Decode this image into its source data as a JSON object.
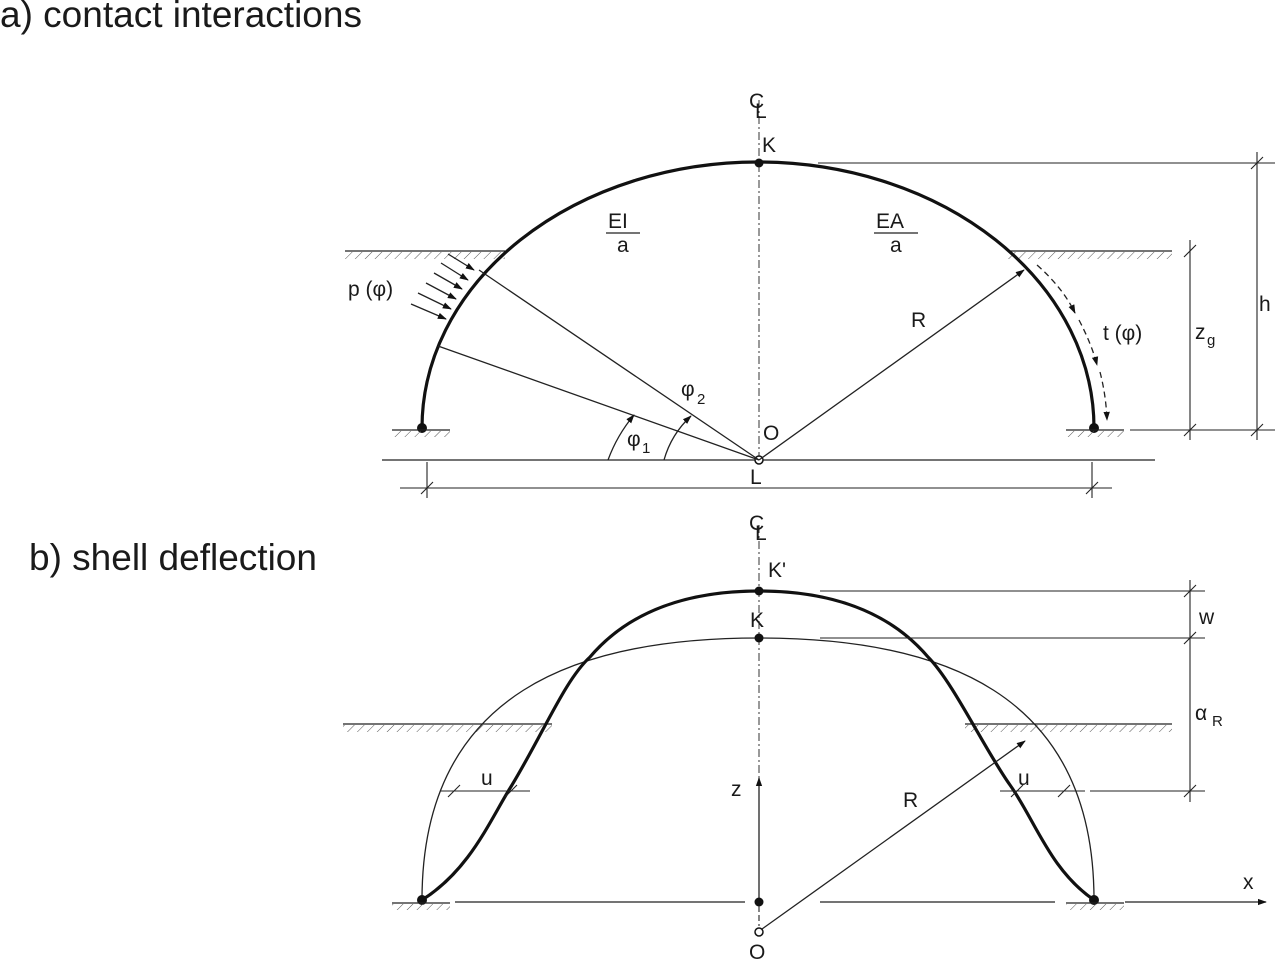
{
  "panel_a": {
    "title": "a)   contact interactions",
    "centerline": "C",
    "centerline_sub": "L",
    "crown": "K",
    "stiffness_bending_num": "EI",
    "stiffness_bending_den": "a",
    "stiffness_axial_num": "EA",
    "stiffness_axial_den": "a",
    "pressure": "p (φ)",
    "traction": "t (φ)",
    "radius": "R",
    "angle1": "φ",
    "angle1_sub": "1",
    "angle2": "φ",
    "angle2_sub": "2",
    "origin": "O",
    "span": "L",
    "height": "h",
    "cover": "z",
    "cover_sub": "g"
  },
  "panel_b": {
    "title": "b) shell deflection",
    "centerline": "C",
    "centerline_sub": "L",
    "crown_deformed": "K'",
    "crown": "K",
    "crown_deflection": "w",
    "rise": "α",
    "rise_sub": "R",
    "displacement_left": "u",
    "displacement_right": "u",
    "z_axis": "z",
    "x_axis": "x",
    "radius": "R",
    "origin": "O"
  }
}
